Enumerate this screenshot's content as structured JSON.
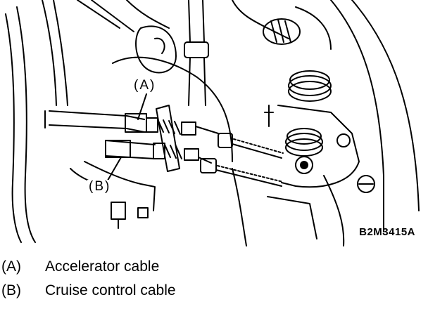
{
  "diagram": {
    "figure_id": "B2M3415A",
    "callouts": [
      {
        "key": "a",
        "label": "(A)"
      },
      {
        "key": "b",
        "label": "(B)"
      }
    ]
  },
  "legend": {
    "items": [
      {
        "key": "(A)",
        "text": "Accelerator cable"
      },
      {
        "key": "(B)",
        "text": "Cruise control cable"
      }
    ]
  }
}
